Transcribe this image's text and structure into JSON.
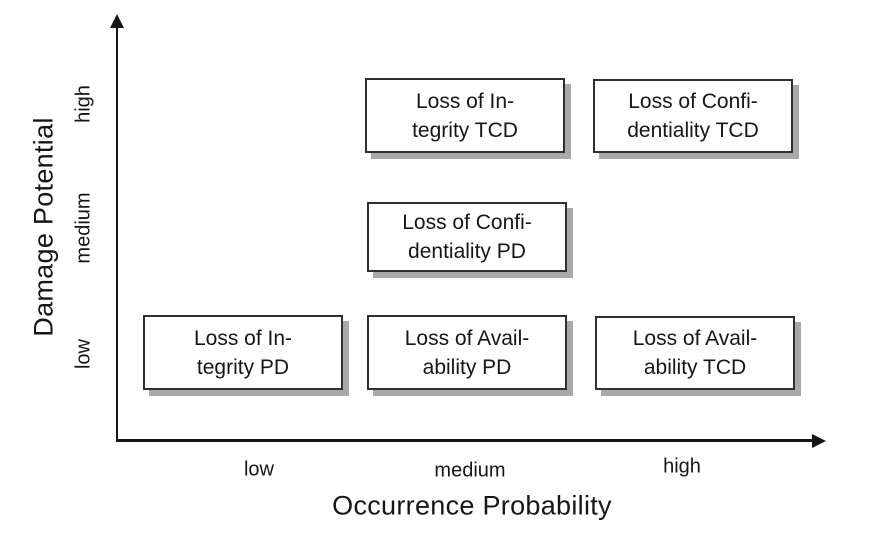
{
  "figure": {
    "background_color": "#ffffff",
    "axis_color": "#161616",
    "box_border_color": "#2f2f2f",
    "box_fill_color": "#ffffff",
    "box_shadow_color": "#a9a9a9",
    "x_axis": {
      "title": "Occurrence Probability",
      "ticks": [
        "low",
        "medium",
        "high"
      ]
    },
    "y_axis": {
      "title": "Damage Potential",
      "ticks": [
        "low",
        "medium",
        "high"
      ]
    },
    "boxes": [
      {
        "line1": "Loss of In-",
        "line2": "tegrity TCD",
        "occurrence": "medium",
        "damage": "high"
      },
      {
        "line1": "Loss of Confi-",
        "line2": "dentiality TCD",
        "occurrence": "high",
        "damage": "high"
      },
      {
        "line1": "Loss of Confi-",
        "line2": "dentiality PD",
        "occurrence": "medium",
        "damage": "medium"
      },
      {
        "line1": "Loss of In-",
        "line2": "tegrity PD",
        "occurrence": "low",
        "damage": "low"
      },
      {
        "line1": "Loss of Avail-",
        "line2": "ability PD",
        "occurrence": "medium",
        "damage": "low"
      },
      {
        "line1": "Loss of Avail-",
        "line2": "ability TCD",
        "occurrence": "high",
        "damage": "low"
      }
    ]
  },
  "chart_data": {
    "type": "scatter",
    "title": "",
    "xlabel": "Occurrence Probability",
    "ylabel": "Damage Potential",
    "x_ticks": [
      "low",
      "medium",
      "high"
    ],
    "y_ticks": [
      "low",
      "medium",
      "high"
    ],
    "grid": false,
    "legend": false,
    "points": [
      {
        "label": "Loss of Integrity TCD",
        "occurrence_probability": "medium",
        "damage_potential": "high"
      },
      {
        "label": "Loss of Confidentiality TCD",
        "occurrence_probability": "high",
        "damage_potential": "high"
      },
      {
        "label": "Loss of Confidentiality PD",
        "occurrence_probability": "medium",
        "damage_potential": "medium"
      },
      {
        "label": "Loss of Integrity PD",
        "occurrence_probability": "low",
        "damage_potential": "low"
      },
      {
        "label": "Loss of Availability PD",
        "occurrence_probability": "medium",
        "damage_potential": "low"
      },
      {
        "label": "Loss of Availability TCD",
        "occurrence_probability": "high",
        "damage_potential": "low"
      }
    ]
  }
}
